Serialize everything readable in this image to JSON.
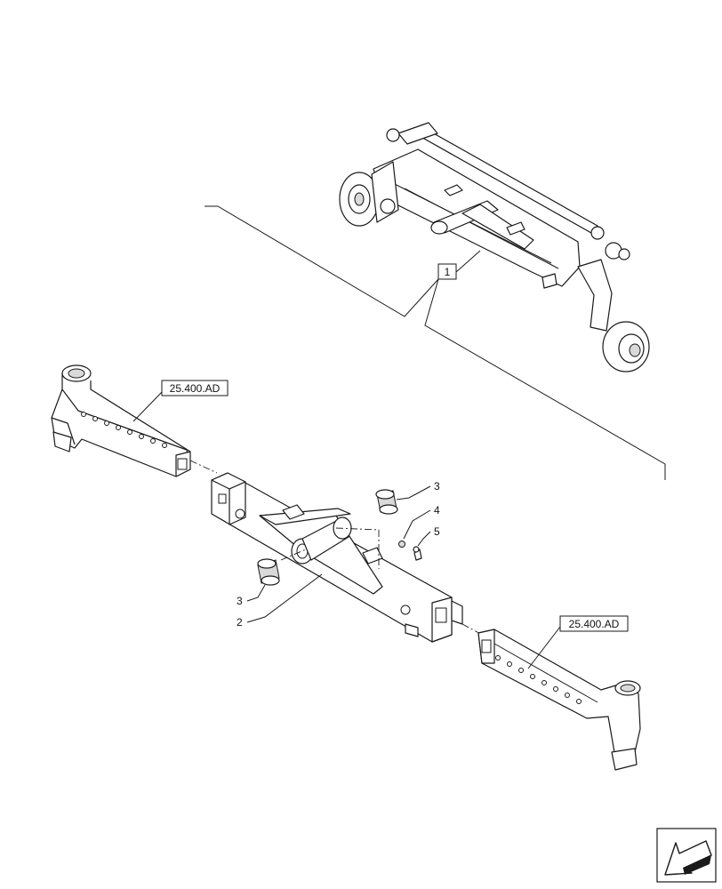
{
  "callouts": {
    "assembly": "1",
    "pivot_pin_bushing_top": "3",
    "pivot_pin_bushing_bottom": "3",
    "axle_beam": "2",
    "grease_fitting": "4",
    "screw": "5"
  },
  "references": {
    "left_extension": "25.400.AD",
    "right_extension": "25.400.AD"
  },
  "icons": {
    "navigation": "back-arrow-icon"
  }
}
